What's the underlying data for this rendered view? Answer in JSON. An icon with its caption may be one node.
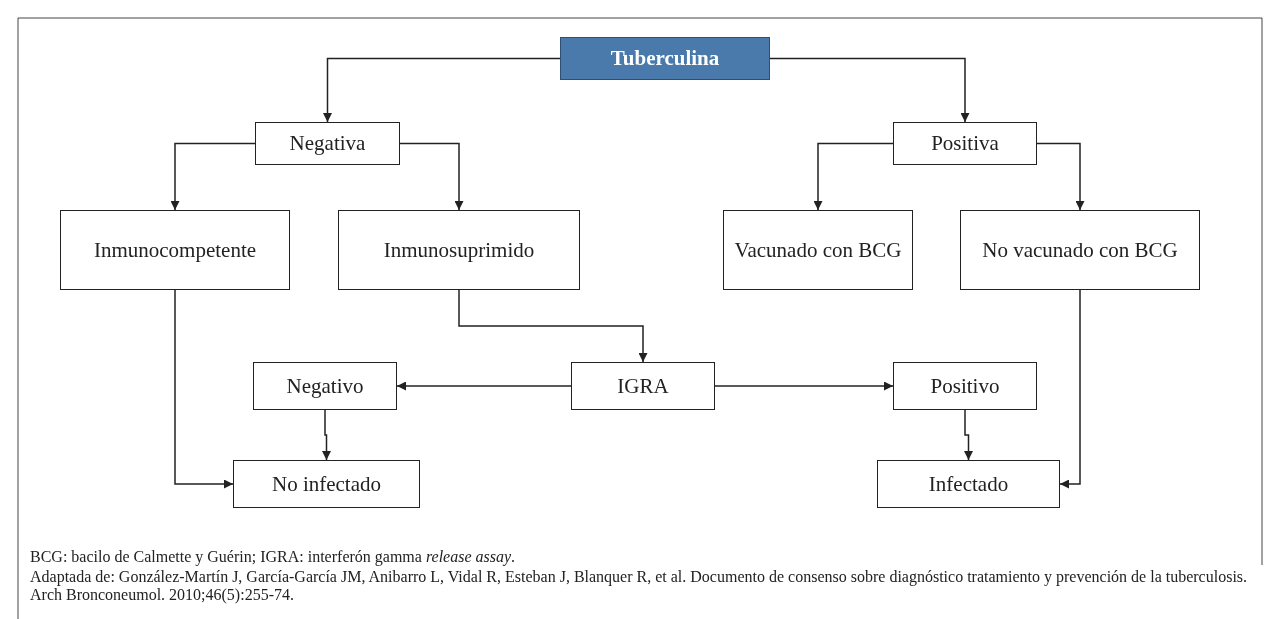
{
  "diagram": {
    "nodes": [
      {
        "text": [
          "Tuberculina"
        ]
      },
      {
        "text": [
          "Negativa"
        ]
      },
      {
        "text": [
          "Positiva"
        ]
      },
      {
        "text": [
          "Inmunocompetente"
        ]
      },
      {
        "text": [
          "Inmunosuprimido"
        ]
      },
      {
        "text": [
          "Vacunado con BCG"
        ]
      },
      {
        "text": [
          "No vacunado con BCG"
        ]
      },
      {
        "text": [
          "IGRA"
        ]
      },
      {
        "text": [
          "Negativo"
        ]
      },
      {
        "text": [
          "Positivo"
        ]
      },
      {
        "text": [
          "No infectado"
        ]
      },
      {
        "text": [
          "Infectado"
        ]
      }
    ],
    "edges": [
      {
        "from": 0,
        "to": 1,
        "arrow": "to"
      },
      {
        "from": 0,
        "to": 2,
        "arrow": "to"
      },
      {
        "from": 1,
        "to": 3,
        "arrow": "to"
      },
      {
        "from": 1,
        "to": 4,
        "arrow": "to"
      },
      {
        "from": 2,
        "to": 5,
        "arrow": "to"
      },
      {
        "from": 2,
        "to": 6,
        "arrow": "to"
      },
      {
        "from": 4,
        "to": 7,
        "arrow": "to"
      },
      {
        "from": 7,
        "to": 8,
        "arrow": "to"
      },
      {
        "from": 7,
        "to": 9,
        "arrow": "to"
      },
      {
        "from": 8,
        "to": 10,
        "arrow": "to"
      },
      {
        "from": 9,
        "to": 11,
        "arrow": "to"
      },
      {
        "from": 3,
        "to": 10,
        "arrow": "to"
      },
      {
        "from": 6,
        "to": 11,
        "arrow": "to"
      }
    ],
    "labels": [
      "BCG: bacilo de Calmette y Guérin; IGRA: interferón gamma *release assay*.",
      "Adaptada de: González-Martín J, García-García JM, Anibarro L, Vidal R, Esteban J, Blanquer R, et al. Documento de consenso sobre diagnóstico tratamiento y prevención de la tuberculosis. Arch Bronconeumol. 2010;46(5):255-74."
    ]
  }
}
